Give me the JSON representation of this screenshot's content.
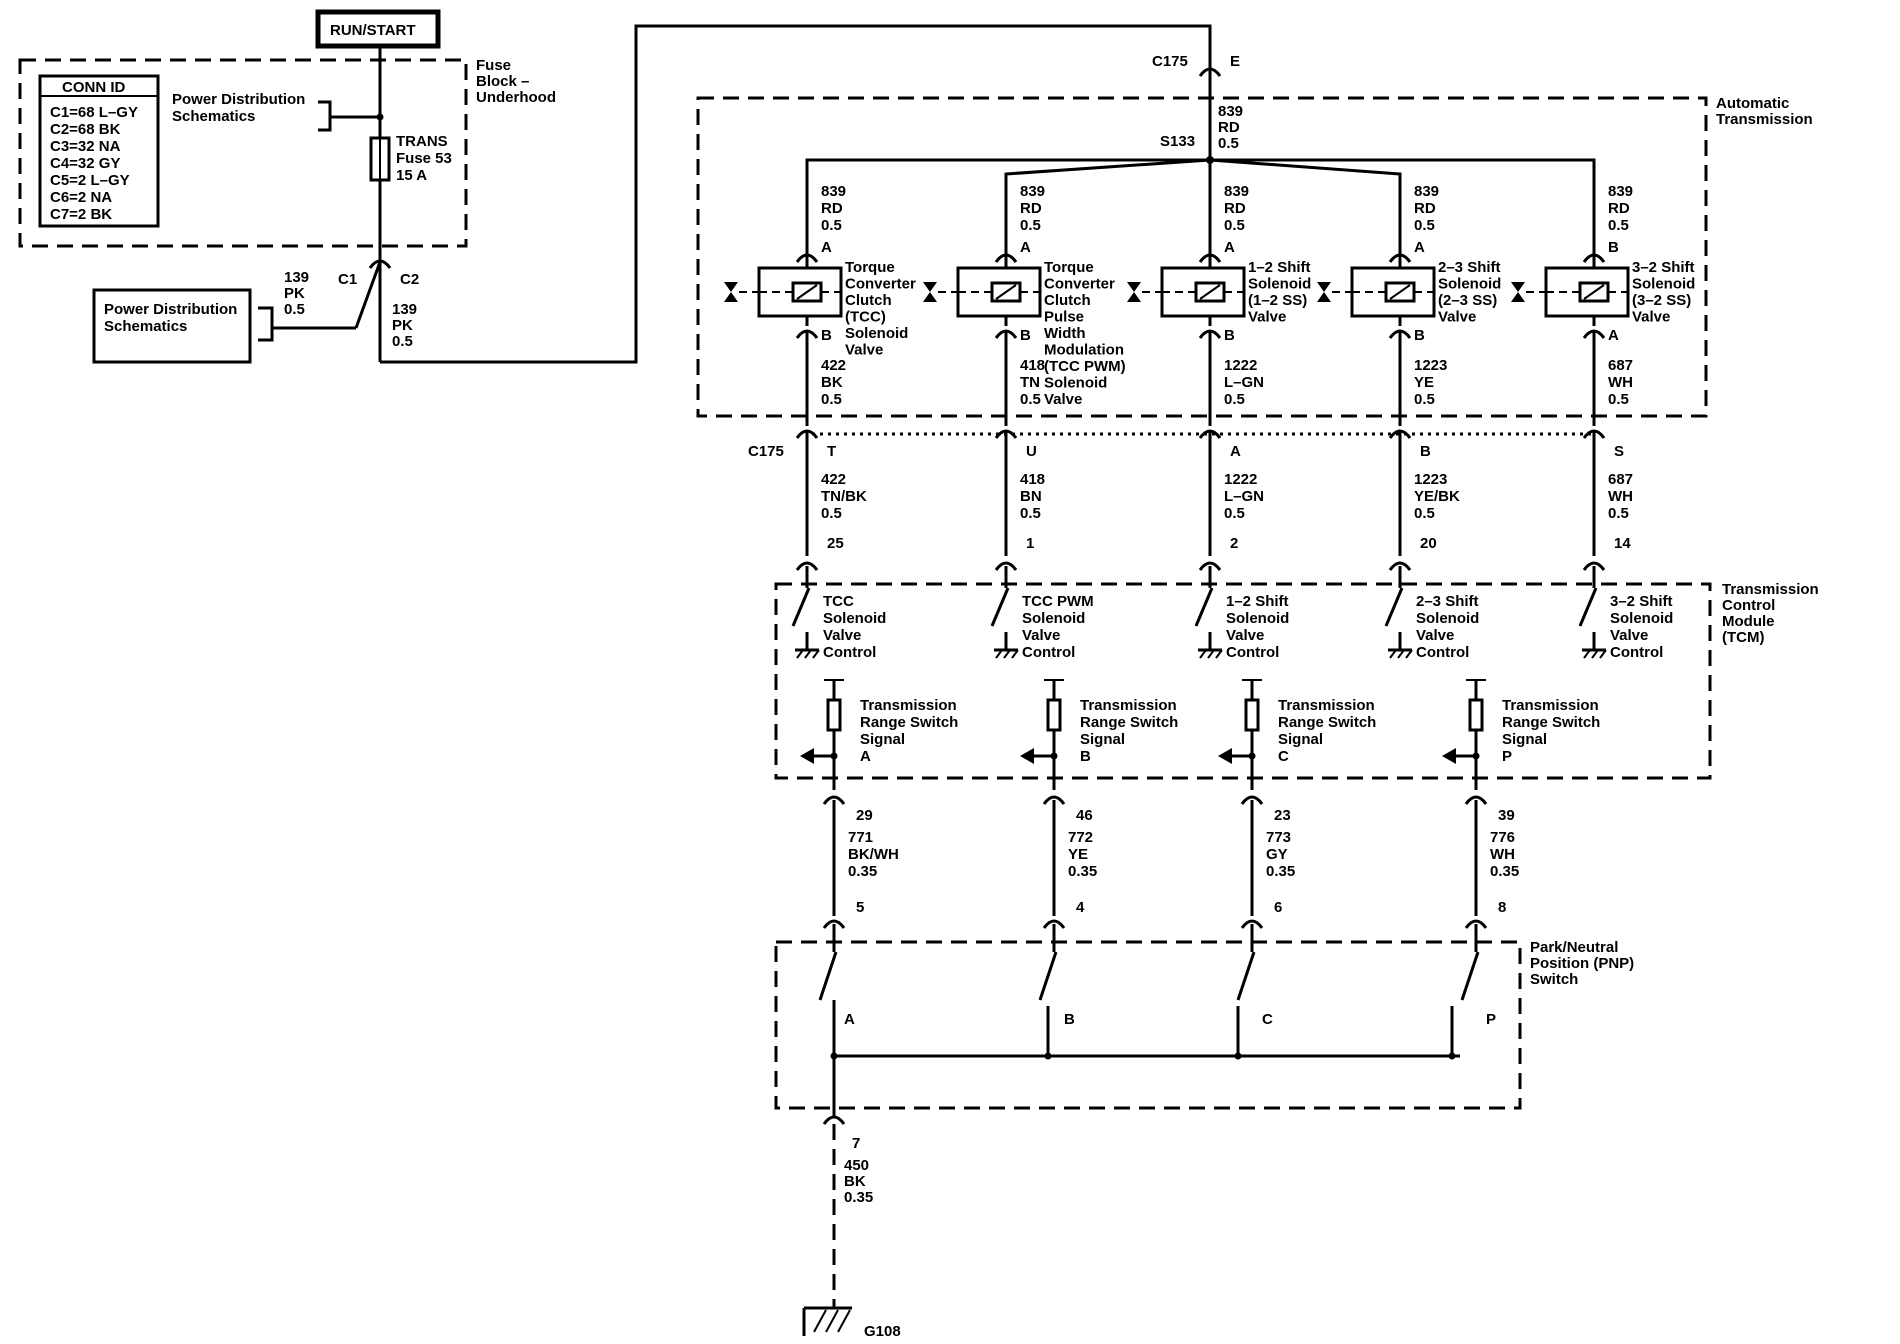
{
  "header": {
    "run_start": "RUN/START"
  },
  "conn_id": {
    "title": "CONN ID",
    "rows": [
      "C1=68 L–GY",
      "C2=68 BK",
      "C3=32 NA",
      "C4=32 GY",
      "C5=2 L–GY",
      "C6=2 NA",
      "C7=2 BK"
    ]
  },
  "fuse_block": {
    "label": [
      "Fuse",
      "Block –",
      "Underhood"
    ],
    "power_ref": [
      "Power Distribution",
      "Schematics"
    ],
    "fuse": [
      "TRANS",
      "Fuse 53",
      "15 A"
    ],
    "c1": "C1",
    "c2": "C2"
  },
  "left_power_box": [
    "Power Distribution",
    "Schematics"
  ],
  "wire_139_a": [
    "139",
    "PK",
    "0.5"
  ],
  "wire_139_b": [
    "139",
    "PK",
    "0.5"
  ],
  "c175_top": {
    "name": "C175",
    "pin": "E"
  },
  "s133": "S133",
  "wire_839_main": [
    "839",
    "RD",
    "0.5"
  ],
  "auto_trans_label": [
    "Automatic",
    "Transmission"
  ],
  "solenoids": [
    {
      "wire_in": [
        "839",
        "RD",
        "0.5"
      ],
      "pin_in": "A",
      "pin_out": "B",
      "name": [
        "Torque",
        "Converter",
        "Clutch",
        "(TCC)",
        "Solenoid",
        "Valve"
      ],
      "wire_out": [
        "422",
        "BK",
        "0.5"
      ],
      "c175_pin": "T",
      "harness": [
        "422",
        "TN/BK",
        "0.5"
      ],
      "tcm_pin": "25",
      "control": [
        "TCC",
        "Solenoid",
        "Valve",
        "Control"
      ]
    },
    {
      "wire_in": [
        "839",
        "RD",
        "0.5"
      ],
      "pin_in": "A",
      "pin_out": "B",
      "name": [
        "Torque",
        "Converter",
        "Clutch",
        "Pulse",
        "Width",
        "Modulation",
        "(TCC PWM)",
        "Solenoid",
        "Valve"
      ],
      "wire_out": [
        "418",
        "TN",
        "0.5"
      ],
      "c175_pin": "U",
      "harness": [
        "418",
        "BN",
        "0.5"
      ],
      "tcm_pin": "1",
      "control": [
        "TCC PWM",
        "Solenoid",
        "Valve",
        "Control"
      ]
    },
    {
      "wire_in": [
        "839",
        "RD",
        "0.5"
      ],
      "pin_in": "A",
      "pin_out": "B",
      "name": [
        "1–2 Shift",
        "Solenoid",
        "(1–2 SS)",
        "Valve"
      ],
      "wire_out": [
        "1222",
        "L–GN",
        "0.5"
      ],
      "c175_pin": "A",
      "harness": [
        "1222",
        "L–GN",
        "0.5"
      ],
      "tcm_pin": "2",
      "control": [
        "1–2 Shift",
        "Solenoid",
        "Valve",
        "Control"
      ]
    },
    {
      "wire_in": [
        "839",
        "RD",
        "0.5"
      ],
      "pin_in": "A",
      "pin_out": "B",
      "name": [
        "2–3 Shift",
        "Solenoid",
        "(2–3 SS)",
        "Valve"
      ],
      "wire_out": [
        "1223",
        "YE",
        "0.5"
      ],
      "c175_pin": "B",
      "harness": [
        "1223",
        "YE/BK",
        "0.5"
      ],
      "tcm_pin": "20",
      "control": [
        "2–3 Shift",
        "Solenoid",
        "Valve",
        "Control"
      ]
    },
    {
      "wire_in": [
        "839",
        "RD",
        "0.5"
      ],
      "pin_in": "B",
      "pin_out": "A",
      "name": [
        "3–2 Shift",
        "Solenoid",
        "(3–2 SS)",
        "Valve"
      ],
      "wire_out": [
        "687",
        "WH",
        "0.5"
      ],
      "c175_pin": "S",
      "harness": [
        "687",
        "WH",
        "0.5"
      ],
      "tcm_pin": "14",
      "control": [
        "3–2 Shift",
        "Solenoid",
        "Valve",
        "Control"
      ]
    }
  ],
  "c175_mid": "C175",
  "tcm_label": [
    "Transmission",
    "Control",
    "Module",
    "(TCM)"
  ],
  "range_signals": [
    {
      "label": [
        "Transmission",
        "Range Switch",
        "Signal",
        "A"
      ],
      "tcm_pin": "29",
      "wire": [
        "771",
        "BK/WH",
        "0.35"
      ],
      "pnp_pin": "5",
      "switch": "A"
    },
    {
      "label": [
        "Transmission",
        "Range Switch",
        "Signal",
        "B"
      ],
      "tcm_pin": "46",
      "wire": [
        "772",
        "YE",
        "0.35"
      ],
      "pnp_pin": "4",
      "switch": "B"
    },
    {
      "label": [
        "Transmission",
        "Range Switch",
        "Signal",
        "C"
      ],
      "tcm_pin": "23",
      "wire": [
        "773",
        "GY",
        "0.35"
      ],
      "pnp_pin": "6",
      "switch": "C"
    },
    {
      "label": [
        "Transmission",
        "Range Switch",
        "Signal",
        "P"
      ],
      "tcm_pin": "39",
      "wire": [
        "776",
        "WH",
        "0.35"
      ],
      "pnp_pin": "8",
      "switch": "P"
    }
  ],
  "pnp_label": [
    "Park/Neutral",
    "Position (PNP)",
    "Switch"
  ],
  "ground": {
    "pin": "7",
    "wire": [
      "450",
      "BK",
      "0.35"
    ],
    "name": "G108"
  }
}
